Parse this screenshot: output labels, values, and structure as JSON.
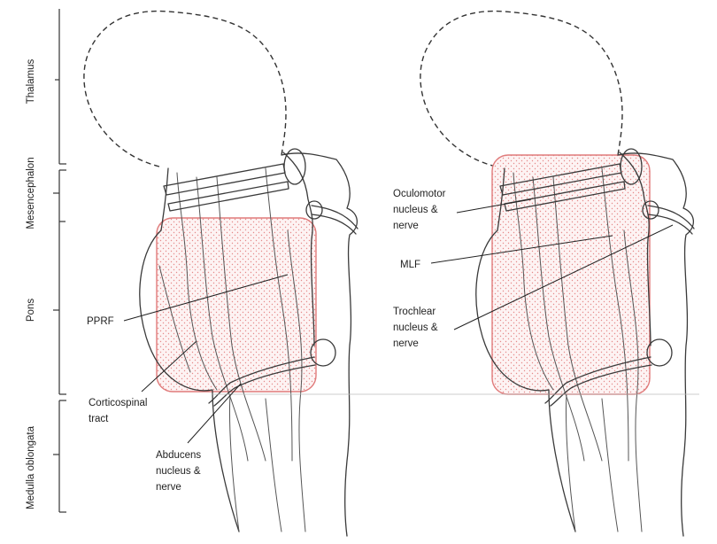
{
  "regions": {
    "thalamus": "Thalamus",
    "mesencephalon": "Mesencephalon",
    "pons": "Pons",
    "medulla": "Medulla oblongata"
  },
  "left_panel": {
    "pprf": "PPRF",
    "corticospinal_1": "Corticospinal",
    "corticospinal_2": "tract",
    "abducens_1": "Abducens",
    "abducens_2": "nucleus &",
    "abducens_3": "nerve"
  },
  "right_panel": {
    "oculomotor_1": "Oculomotor",
    "oculomotor_2": "nucleus &",
    "oculomotor_3": "nerve",
    "mlf": "MLF",
    "trochlear_1": "Trochlear",
    "trochlear_2": "nucleus &",
    "trochlear_3": "nerve"
  },
  "colors": {
    "highlight_border": "#e07b7b",
    "highlight_dots": "#e58a8a"
  }
}
